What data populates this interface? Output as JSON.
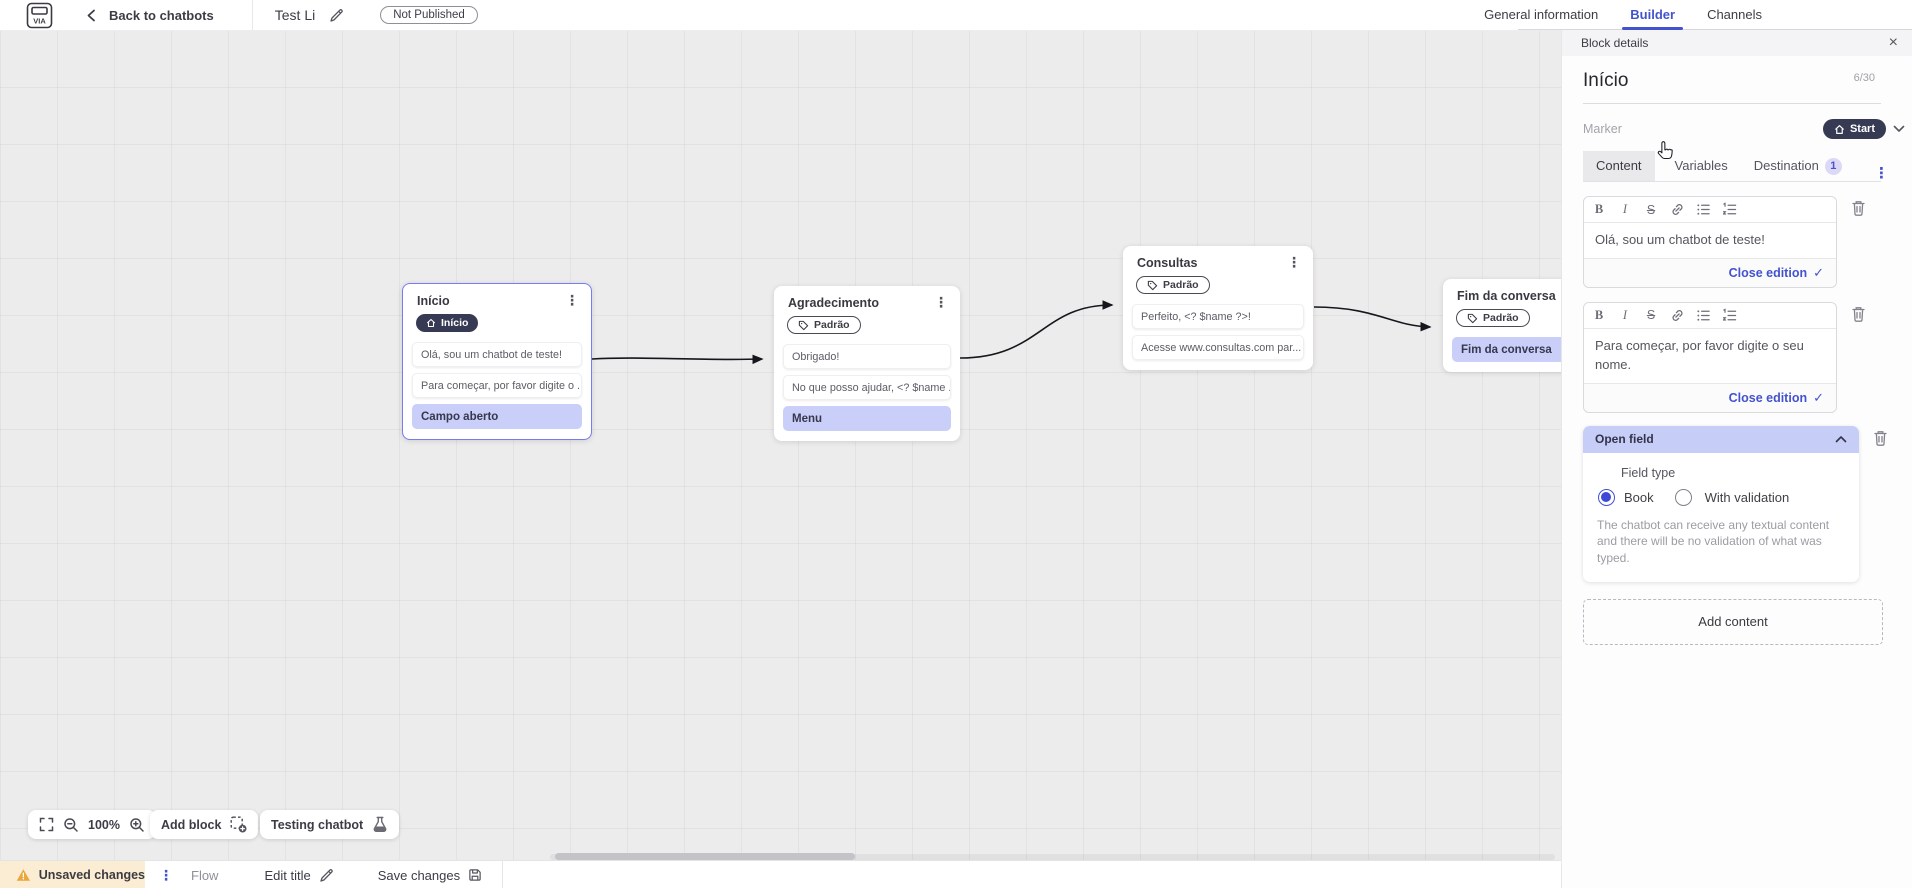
{
  "icons": {
    "check": "✓",
    "close": "×",
    "kebab": "⋮"
  },
  "topbar": {
    "back_label": "Back to chatbots",
    "chatbot_title": "Test Li",
    "status_badge": "Not Published",
    "tabs": [
      {
        "label": "General information"
      },
      {
        "label": "Builder"
      },
      {
        "label": "Channels"
      }
    ],
    "active_tab": "Builder"
  },
  "panel": {
    "header_title": "Block details",
    "block_name": "Início",
    "char_counter": "6/30",
    "marker_label": "Marker",
    "marker_value": "Start",
    "tabs": {
      "content": "Content",
      "variables": "Variables",
      "destination": "Destination",
      "destination_badge": "1"
    },
    "editors": [
      {
        "text": "Olá, sou um chatbot de teste!",
        "close_label": "Close edition"
      },
      {
        "text": "Para começar, por favor digite o seu nome.",
        "close_label": "Close edition"
      }
    ],
    "open_field": {
      "title": "Open field",
      "field_type_label": "Field type",
      "option_book": "Book",
      "option_validation": "With validation",
      "selected_option": "Book",
      "helper_text": "The chatbot can receive any textual content and there will be no validation of what was typed."
    },
    "add_content_label": "Add content"
  },
  "canvas": {
    "blocks": [
      {
        "title": "Início",
        "badge": "Início",
        "rows": [
          "Olá, sou um chatbot de teste!",
          "Para começar, por favor digite o ...",
          "Campo aberto"
        ]
      },
      {
        "title": "Agradecimento",
        "badge": "Padrão",
        "rows": [
          "Obrigado!",
          "No que posso ajudar, <? $name ...",
          "Menu"
        ]
      },
      {
        "title": "Consultas",
        "badge": "Padrão",
        "rows": [
          "Perfeito, <? $name ?>!",
          "Acesse www.consultas.com par..."
        ]
      },
      {
        "title": "Fim da conversa",
        "badge": "Padrão",
        "rows": [
          "Fim da conversa"
        ]
      }
    ],
    "zoom_level": "100%",
    "add_block_label": "Add block",
    "testing_label": "Testing chatbot"
  },
  "bottombar": {
    "unsaved_label": "Unsaved changes",
    "flow_label": "Flow",
    "edit_title_label": "Edit title",
    "save_label": "Save changes"
  },
  "colors": {
    "accent_blue": "#4353ce",
    "selection_purple": "#767cf2",
    "highlight_row": "#c9cff8",
    "open_field_header": "#c6cdf6",
    "dark_badge": "#363b53",
    "warning_bg": "#fbedd3",
    "warning_icon": "#e9a63a",
    "canvas_bg": "#edecec"
  }
}
